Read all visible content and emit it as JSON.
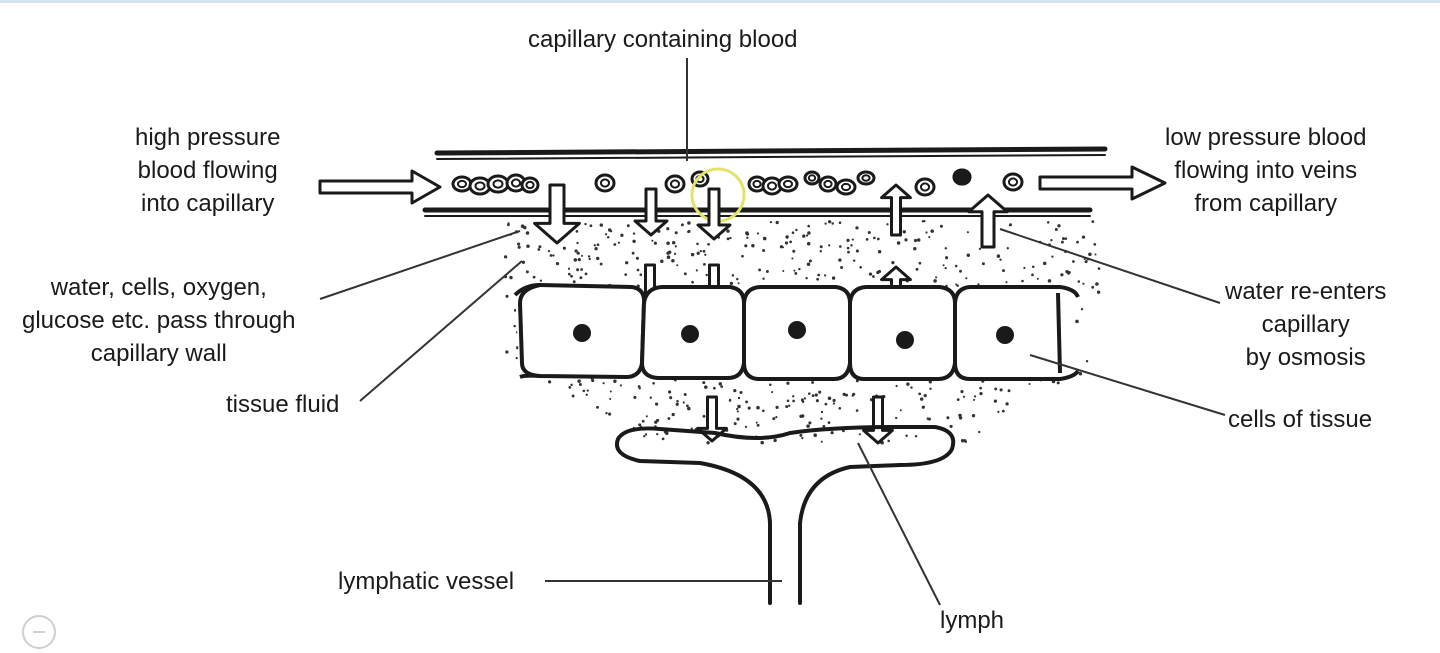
{
  "labels": {
    "capillary": "capillary containing blood",
    "high_pressure": [
      "high pressure",
      "blood flowing",
      "into capillary"
    ],
    "low_pressure": [
      "low pressure blood",
      "flowing into veins",
      "from capillary"
    ],
    "water_cells": [
      "water, cells, oxygen,",
      "glucose etc. pass through",
      "capillary wall"
    ],
    "water_reenters": [
      "water re-enters",
      "capillary",
      "by osmosis"
    ],
    "tissue_fluid": "tissue fluid",
    "cells_of_tissue": "cells of tissue",
    "lymphatic_vessel": "lymphatic vessel",
    "lymph": "lymph"
  },
  "colors": {
    "ink": "#1a1a1a",
    "highlight": "#e3e36a",
    "frame": "#d7e3ef"
  }
}
